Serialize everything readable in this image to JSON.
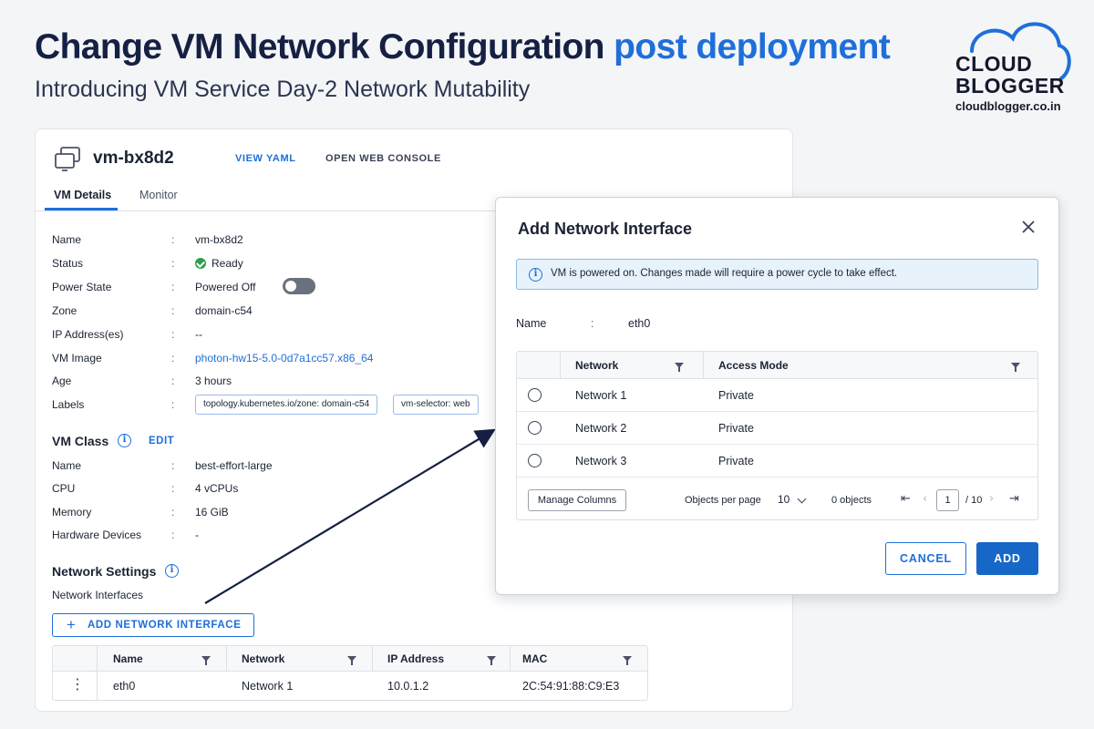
{
  "header": {
    "title_main": "Change VM Network Configuration",
    "title_accent": "post deployment",
    "subtitle": "Introducing VM Service Day-2 Network Mutability"
  },
  "logo": {
    "line1": "CLOUD",
    "line2": "BLOGGER",
    "url": "cloudblogger.co.in",
    "color": "#1e6fd9"
  },
  "vm": {
    "name": "vm-bx8d2",
    "actions": {
      "view_yaml": "VIEW YAML",
      "open_console": "OPEN WEB CONSOLE"
    },
    "tabs": [
      "VM Details",
      "Monitor"
    ],
    "details": {
      "name_label": "Name",
      "name_value": "vm-bx8d2",
      "status_label": "Status",
      "status_value": "Ready",
      "power_label": "Power State",
      "power_value": "Powered Off",
      "zone_label": "Zone",
      "zone_value": "domain-c54",
      "ip_label": "IP Address(es)",
      "ip_value": "--",
      "image_label": "VM Image",
      "image_value": "photon-hw15-5.0-0d7a1cc57.x86_64",
      "age_label": "Age",
      "age_value": "3 hours",
      "labels_label": "Labels",
      "label_chips": [
        "topology.kubernetes.io/zone: domain-c54",
        "vm-selector: web"
      ]
    },
    "colon": ":",
    "vm_class": {
      "title": "VM Class",
      "edit": "EDIT",
      "name_label": "Name",
      "name_value": "best-effort-large",
      "cpu_label": "CPU",
      "cpu_value": "4 vCPUs",
      "memory_label": "Memory",
      "memory_value": "16 GiB",
      "hw_label": "Hardware Devices",
      "hw_value": "-"
    },
    "network": {
      "title": "Network Settings",
      "interfaces_label": "Network Interfaces",
      "add_button": "ADD NETWORK INTERFACE",
      "columns": [
        "Name",
        "Network",
        "IP Address",
        "MAC"
      ],
      "rows": [
        {
          "name": "eth0",
          "network": "Network 1",
          "ip": "10.0.1.2",
          "mac": "2C:54:91:88:C9:E3"
        }
      ]
    }
  },
  "modal": {
    "title": "Add Network Interface",
    "alert": "VM is powered on. Changes made will require a power cycle to take effect.",
    "name_label": "Name",
    "name_value": "eth0",
    "columns": [
      "Network",
      "Access Mode"
    ],
    "rows": [
      {
        "network": "Network 1",
        "access": "Private"
      },
      {
        "network": "Network 2",
        "access": "Private"
      },
      {
        "network": "Network 3",
        "access": "Private"
      }
    ],
    "footer": {
      "manage_columns": "Manage Columns",
      "per_page_label": "Objects per page",
      "per_page_value": "10",
      "objects_count": "0 objects",
      "current_page": "1",
      "total_pages": "/ 10"
    },
    "cancel": "CANCEL",
    "add": "ADD"
  }
}
